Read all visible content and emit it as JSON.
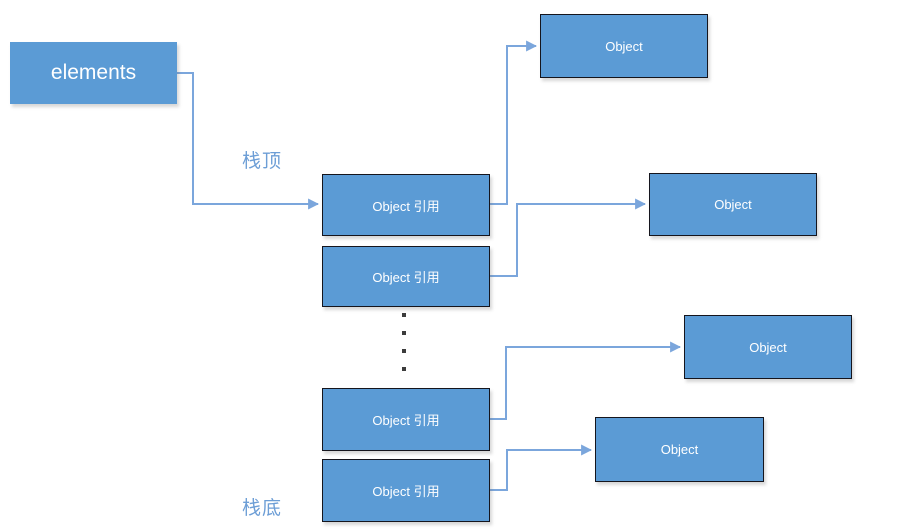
{
  "diagram": {
    "elements_box": {
      "label": "elements"
    },
    "stack_top_label": "栈顶",
    "stack_bottom_label": "栈底",
    "ref_boxes": [
      {
        "label": "Object 引用"
      },
      {
        "label": "Object 引用"
      },
      {
        "label": "Object 引用"
      },
      {
        "label": "Object 引用"
      }
    ],
    "object_boxes": [
      {
        "label": "Object"
      },
      {
        "label": "Object"
      },
      {
        "label": "Object"
      },
      {
        "label": "Object"
      }
    ],
    "ellipsis_dot_count": 4,
    "colors": {
      "box_fill": "#5b9bd5",
      "box_border": "#15151d",
      "connector": "#7ba6dc",
      "stack_label_text": "#6d9ed6",
      "box_text": "#ffffff",
      "dot": "#3c3c3c",
      "background": "#ffffff"
    }
  }
}
